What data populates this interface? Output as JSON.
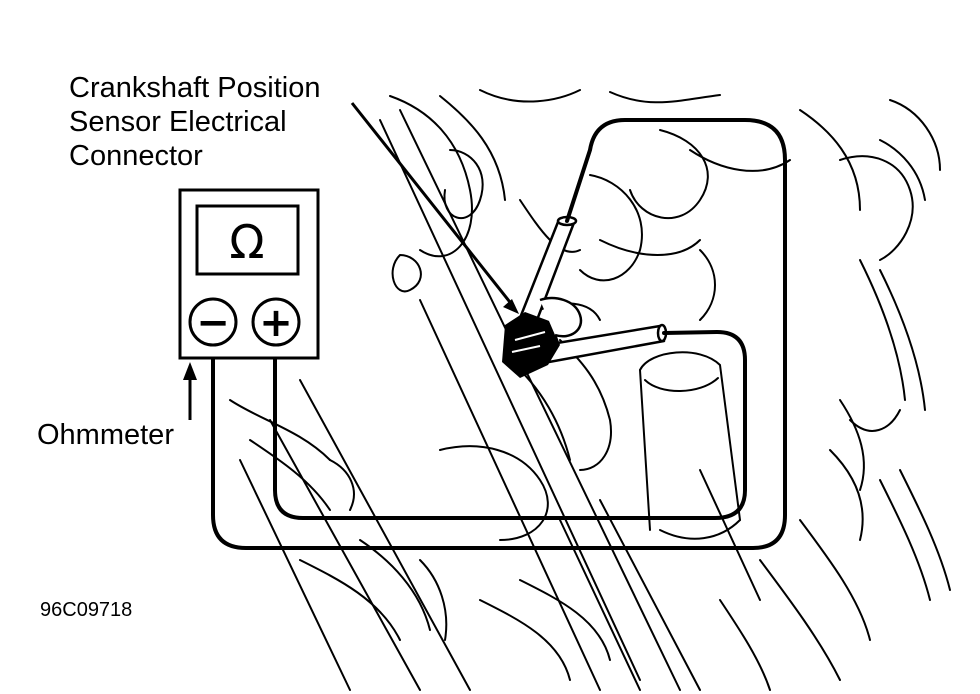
{
  "labels": {
    "sensor_line1": "Crankshaft Position",
    "sensor_line2": "Sensor Electrical",
    "sensor_line3": "Connector",
    "ohmmeter": "Ohmmeter",
    "figure_id": "96C09718"
  },
  "ohmmeter": {
    "display_symbol": "Ω",
    "negative_terminal": "−",
    "positive_terminal": "+"
  },
  "colors": {
    "line": "#000000",
    "background": "#ffffff"
  }
}
